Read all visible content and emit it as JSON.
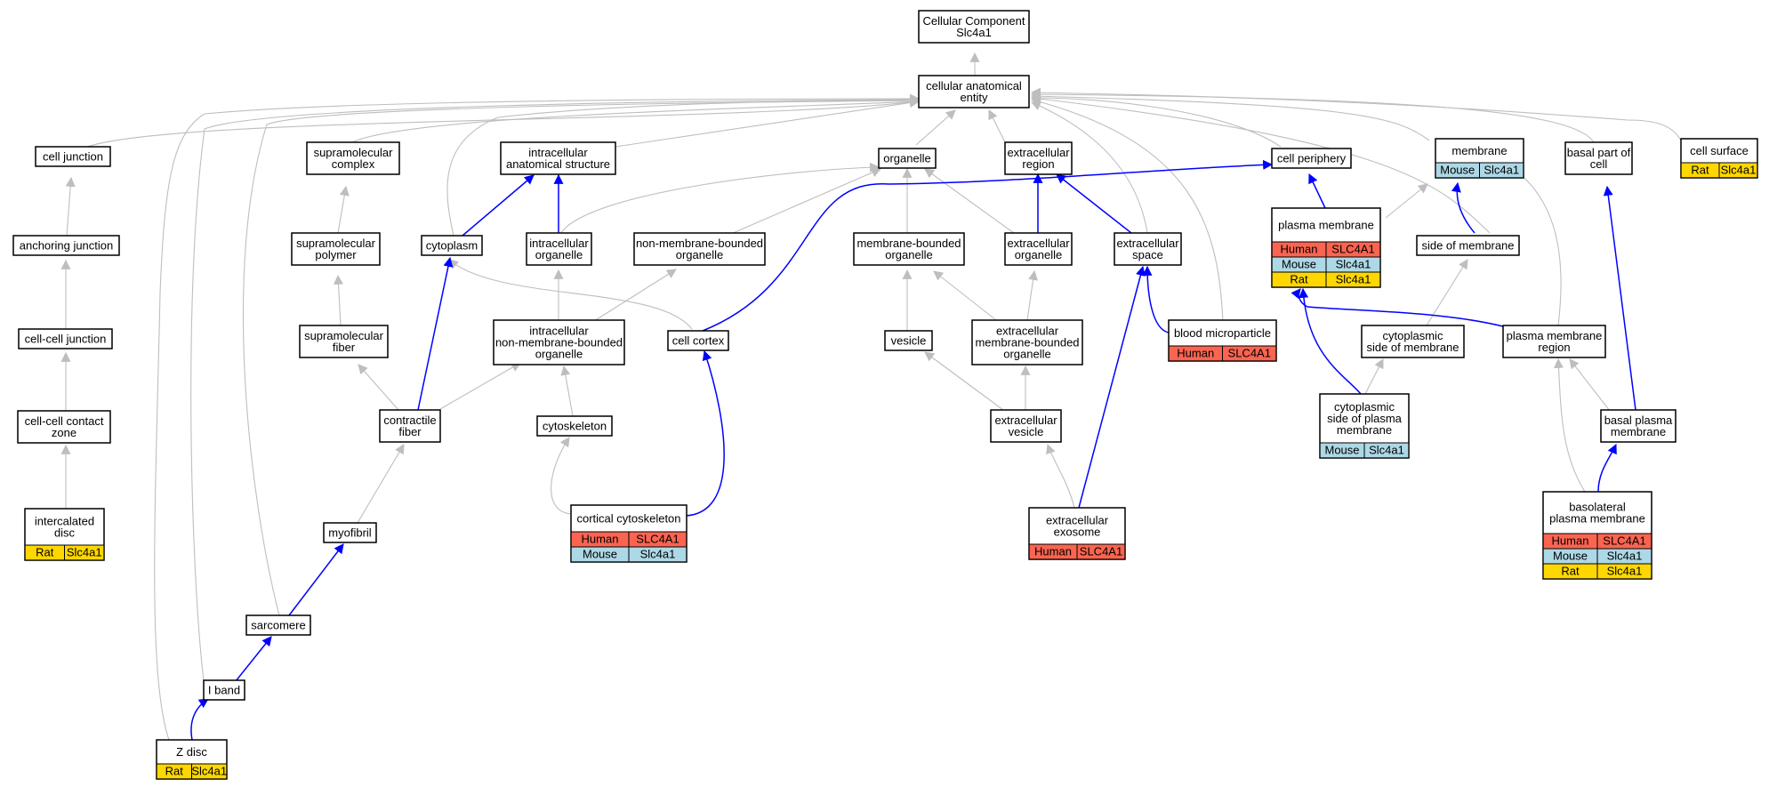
{
  "colors": {
    "human": "#fa6450",
    "mouse": "#add8e6",
    "rat": "#ffd700",
    "node_border": "#000000",
    "gray_edge": "#bebebe",
    "blue_edge": "#0000ff"
  },
  "nodes": {
    "root": {
      "lines": [
        "Cellular Component",
        "Slc4a1"
      ]
    },
    "cae": {
      "lines": [
        "cellular anatomical",
        "entity"
      ]
    },
    "cell_junction": {
      "lines": [
        "cell junction"
      ]
    },
    "anchoring_junction": {
      "lines": [
        "anchoring junction"
      ]
    },
    "cell_cell_junction": {
      "lines": [
        "cell-cell junction"
      ]
    },
    "cell_cell_contact_zone": {
      "lines": [
        "cell-cell contact",
        "zone"
      ]
    },
    "intercalated_disc": {
      "lines": [
        "intercalated",
        "disc"
      ],
      "species": [
        [
          "Rat",
          "Slc4a1"
        ]
      ]
    },
    "supramolecular_complex": {
      "lines": [
        "supramolecular",
        "complex"
      ]
    },
    "supramolecular_polymer": {
      "lines": [
        "supramolecular",
        "polymer"
      ]
    },
    "supramolecular_fiber": {
      "lines": [
        "supramolecular",
        "fiber"
      ]
    },
    "contractile_fiber": {
      "lines": [
        "contractile",
        "fiber"
      ]
    },
    "myofibril": {
      "lines": [
        "myofibril"
      ]
    },
    "sarcomere": {
      "lines": [
        "sarcomere"
      ]
    },
    "i_band": {
      "lines": [
        "I band"
      ]
    },
    "z_disc": {
      "lines": [
        "Z disc"
      ],
      "species": [
        [
          "Rat",
          "Slc4a1"
        ]
      ]
    },
    "intracellular_anatomical_structure": {
      "lines": [
        "intracellular",
        "anatomical structure"
      ]
    },
    "cytoplasm": {
      "lines": [
        "cytoplasm"
      ]
    },
    "intracellular_organelle": {
      "lines": [
        "intracellular",
        "organelle"
      ]
    },
    "intracellular_nmbo": {
      "lines": [
        "intracellular",
        "non-membrane-bounded",
        "organelle"
      ]
    },
    "cytoskeleton": {
      "lines": [
        "cytoskeleton"
      ]
    },
    "cortical_cytoskeleton": {
      "lines": [
        "cortical cytoskeleton"
      ],
      "species": [
        [
          "Human",
          "SLC4A1"
        ],
        [
          "Mouse",
          "Slc4a1"
        ]
      ]
    },
    "organelle": {
      "lines": [
        "organelle"
      ]
    },
    "nmbo": {
      "lines": [
        "non-membrane-bounded",
        "organelle"
      ]
    },
    "cell_cortex": {
      "lines": [
        "cell cortex"
      ]
    },
    "mbo": {
      "lines": [
        "membrane-bounded",
        "organelle"
      ]
    },
    "vesicle": {
      "lines": [
        "vesicle"
      ]
    },
    "extracellular_region": {
      "lines": [
        "extracellular",
        "region"
      ]
    },
    "extracellular_organelle": {
      "lines": [
        "extracellular",
        "organelle"
      ]
    },
    "extracellular_mbo": {
      "lines": [
        "extracellular",
        "membrane-bounded",
        "organelle"
      ]
    },
    "extracellular_vesicle": {
      "lines": [
        "extracellular",
        "vesicle"
      ]
    },
    "extracellular_exosome": {
      "lines": [
        "extracellular",
        "exosome"
      ],
      "species": [
        [
          "Human",
          "SLC4A1"
        ]
      ]
    },
    "extracellular_space": {
      "lines": [
        "extracellular",
        "space"
      ]
    },
    "blood_microparticle": {
      "lines": [
        "blood microparticle"
      ],
      "species": [
        [
          "Human",
          "SLC4A1"
        ]
      ]
    },
    "cell_periphery": {
      "lines": [
        "cell periphery"
      ]
    },
    "plasma_membrane": {
      "lines": [
        "plasma membrane"
      ],
      "species": [
        [
          "Human",
          "SLC4A1"
        ],
        [
          "Mouse",
          "Slc4a1"
        ],
        [
          "Rat",
          "Slc4a1"
        ]
      ]
    },
    "membrane": {
      "lines": [
        "membrane"
      ],
      "species": [
        [
          "Mouse",
          "Slc4a1"
        ]
      ]
    },
    "side_of_membrane": {
      "lines": [
        "side of membrane"
      ]
    },
    "cytoplasmic_side_of_membrane": {
      "lines": [
        "cytoplasmic",
        "side of membrane"
      ]
    },
    "cytoplasmic_side_of_pm": {
      "lines": [
        "cytoplasmic",
        "side of plasma",
        "membrane"
      ],
      "species": [
        [
          "Mouse",
          "Slc4a1"
        ]
      ]
    },
    "pm_region": {
      "lines": [
        "plasma membrane",
        "region"
      ]
    },
    "basal_part_of_cell": {
      "lines": [
        "basal part of",
        "cell"
      ]
    },
    "basal_pm": {
      "lines": [
        "basal plasma",
        "membrane"
      ]
    },
    "basolateral_pm": {
      "lines": [
        "basolateral",
        "plasma membrane"
      ],
      "species": [
        [
          "Human",
          "SLC4A1"
        ],
        [
          "Mouse",
          "Slc4a1"
        ],
        [
          "Rat",
          "Slc4a1"
        ]
      ]
    },
    "cell_surface": {
      "lines": [
        "cell surface"
      ],
      "species": [
        [
          "Rat",
          "Slc4a1"
        ]
      ]
    }
  }
}
